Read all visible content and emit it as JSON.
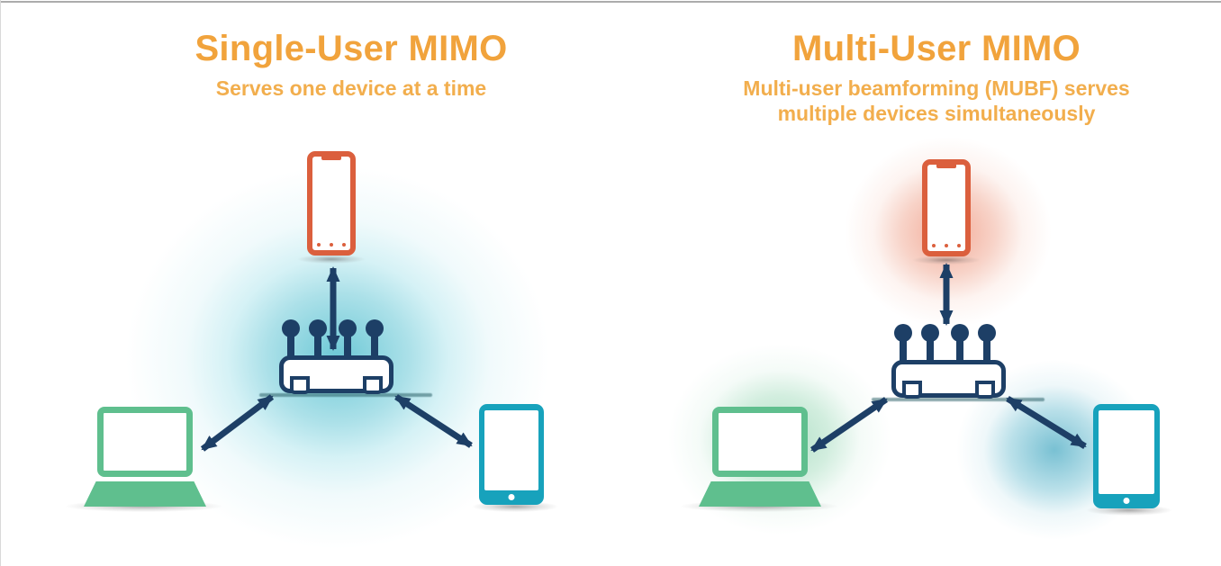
{
  "panels": [
    {
      "id": "single-user-mimo",
      "title": "Single-User MIMO",
      "subtitle": "Serves one device at a time",
      "devices": [
        "smartphone",
        "wifi-router",
        "laptop",
        "tablet"
      ],
      "coverage_glows": [
        "cyan"
      ]
    },
    {
      "id": "multi-user-mimo",
      "title": "Multi-User MIMO",
      "subtitle": "Multi-user beamforming (MUBF) serves multiple devices simultaneously",
      "devices": [
        "smartphone",
        "wifi-router",
        "laptop",
        "tablet"
      ],
      "coverage_glows": [
        "red",
        "green",
        "blue"
      ]
    }
  ],
  "icons": [
    "smartphone-icon",
    "wifi-router-icon",
    "laptop-icon",
    "tablet-icon",
    "bidirectional-arrow"
  ],
  "colors": {
    "title_orange": "#F1A33C",
    "subtitle_orange": "#F2AE4D",
    "phone_red": "#DB5F3D",
    "laptop_green": "#5FBF8E",
    "tablet_teal": "#17A2BC",
    "arrow_navy": "#1D3F66",
    "glow_cyan": "#79CEDB",
    "glow_red": "#EE9B82",
    "glow_green": "#8FD4AE",
    "glow_blue": "#6FBFD2"
  }
}
